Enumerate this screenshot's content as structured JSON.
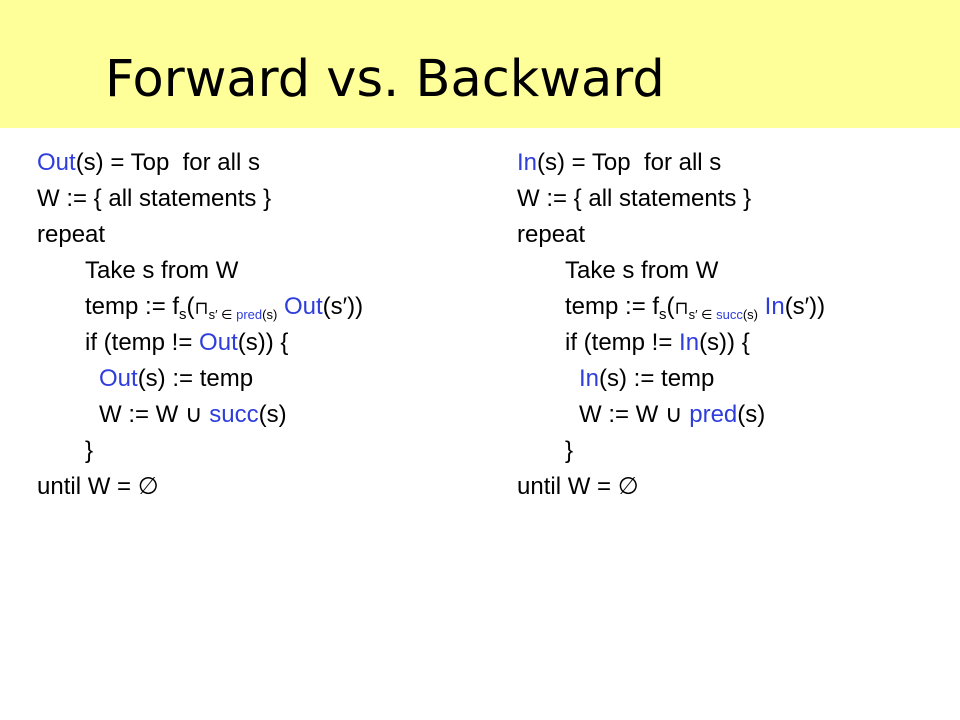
{
  "slide": {
    "title": "Forward vs. Backward"
  },
  "forward": {
    "line1": {
      "fn": "Out",
      "rest": "(s) = Top  for all s"
    },
    "line2": "W := { all statements }",
    "line3": "repeat",
    "line4": "Take s from W",
    "line5": {
      "pre": "temp := f",
      "sub_s": "s",
      "open": "(",
      "meet": "⊓",
      "sub_elem": "s′ ∈ ",
      "sub_rel": "pred",
      "sub_arg": "(s)",
      "fn": "Out",
      "post": "(s′))"
    },
    "line6": {
      "pre": "if (temp != ",
      "fn": "Out",
      "post": "(s)) {"
    },
    "line7": {
      "fn": "Out",
      "post": "(s) := temp"
    },
    "line8": {
      "pre": "W := W ∪ ",
      "fn": "succ",
      "post": "(s)"
    },
    "line9": "}",
    "line10": "until W = ∅"
  },
  "backward": {
    "line1": {
      "fn": "In",
      "rest": "(s) = Top  for all s"
    },
    "line2": "W := { all statements }",
    "line3": "repeat",
    "line4": "Take s from W",
    "line5": {
      "pre": "temp := f",
      "sub_s": "s",
      "open": "(",
      "meet": "⊓",
      "sub_elem": "s′ ∈ ",
      "sub_rel": "succ",
      "sub_arg": "(s)",
      "fn": "In",
      "post": "(s′))"
    },
    "line6": {
      "pre": "if (temp != ",
      "fn": "In",
      "post": "(s)) {"
    },
    "line7": {
      "fn": "In",
      "post": "(s) := temp"
    },
    "line8": {
      "pre": "W := W ∪ ",
      "fn": "pred",
      "post": "(s)"
    },
    "line9": "}",
    "line10": "until W = ∅"
  },
  "colors": {
    "title_band": "#ffff99",
    "highlight_blue": "#2e3ddc",
    "text": "#000000"
  }
}
